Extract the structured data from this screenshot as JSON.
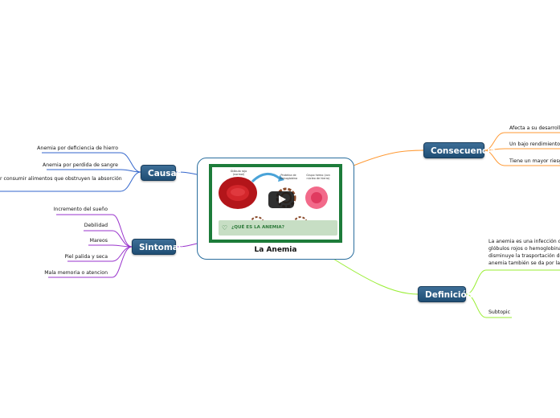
{
  "central": {
    "title": "La Anemia",
    "image": {
      "label_1": "Glóbulo rojo (normal)",
      "label_2": "Proteína de hemoglobina",
      "label_3": "Grupo hemo (con núcleo de hierro)",
      "banner": "¿QUÉ ES LA ANEMIA?"
    }
  },
  "branches": {
    "causas": {
      "label": "Causas",
      "color": "#3366cc",
      "items": [
        "Anemia por deficiencia de hierro",
        "Anemia por perdida de sangre",
        "r consumir alimentos que obstruyen la absorción"
      ]
    },
    "sintomas": {
      "label": "Sintomas",
      "color": "#9933cc",
      "items": [
        "Incremento del sueño",
        "Debilidad",
        "Mareos",
        "Piel palida y seca",
        "Mala memoria o atencion"
      ]
    },
    "consecuencia": {
      "label": "Consecuencia",
      "color": "#ff9933",
      "items": [
        "Afecta a su desarrollo",
        "Un bajo rendimiento e",
        "Tiene un mayor riesgo"
      ]
    },
    "definicion": {
      "label": "Definición",
      "color": "#99ee33",
      "items": [
        "La anemia es una infección o ur",
        "glóbulos rojos o hemoglobina la",
        "disminuye la trasportación de o",
        "anemia también se da por la de",
        "Subtopic"
      ]
    }
  }
}
